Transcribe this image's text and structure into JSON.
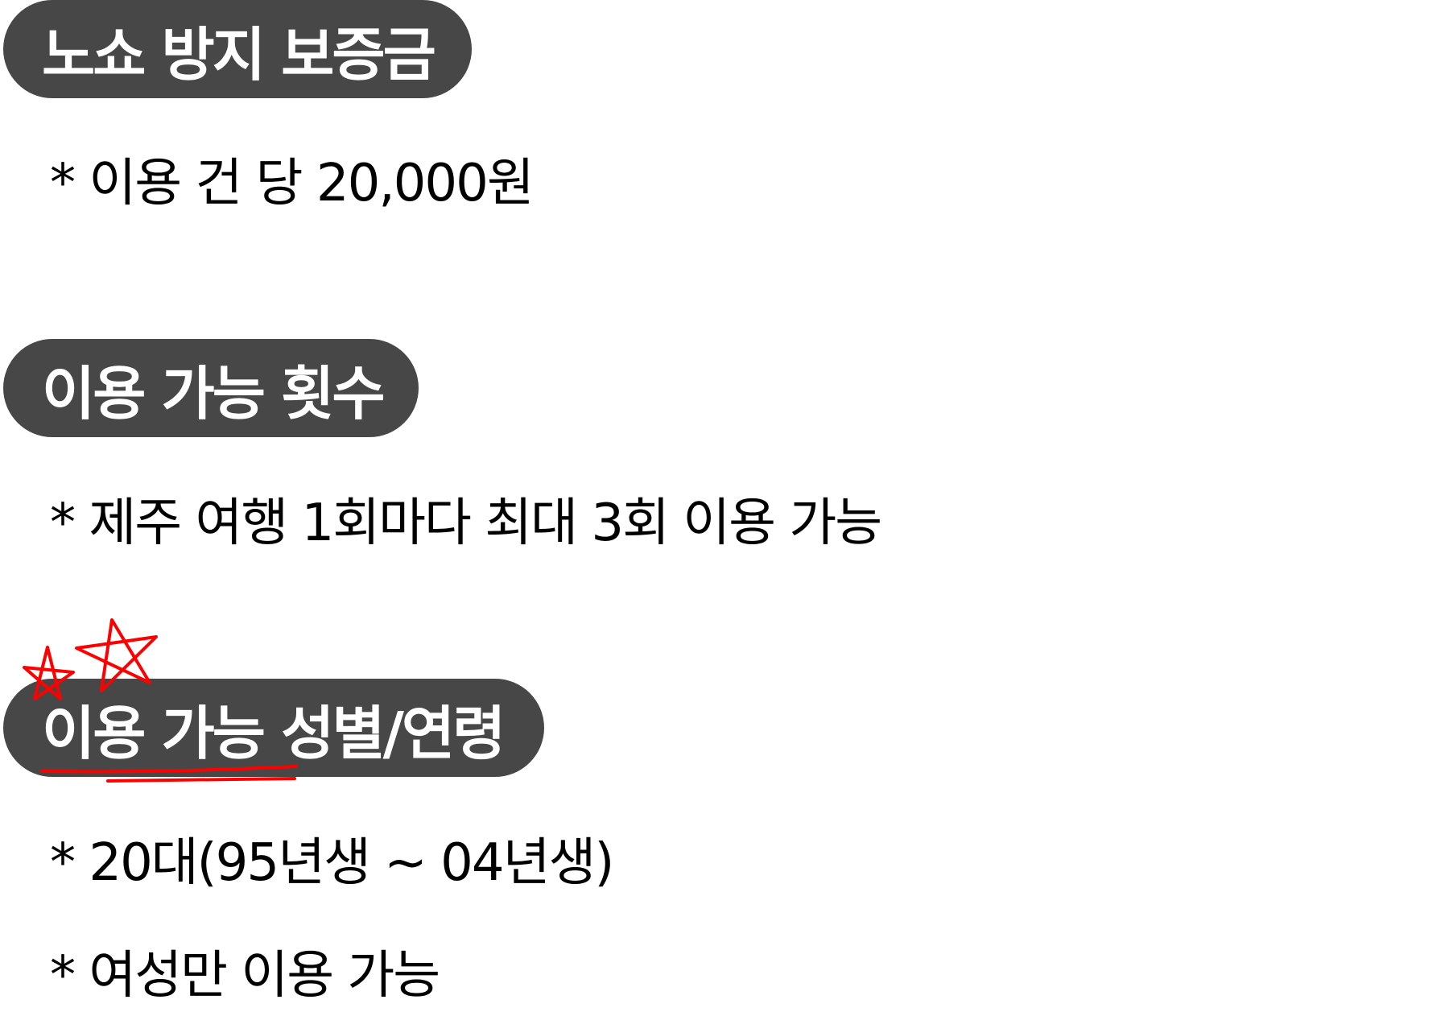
{
  "sections": [
    {
      "heading": "노쇼 방지 보증금",
      "items": [
        "* 이용 건 당 20,000원"
      ]
    },
    {
      "heading": "이용 가능 횟수",
      "items": [
        "* 제주 여행 1회마다 최대 3회 이용 가능"
      ]
    },
    {
      "heading": "이용 가능 성별/연령",
      "items": [
        "* 20대(95년생 ~ 04년생)",
        "* 여성만 이용 가능"
      ]
    }
  ],
  "colors": {
    "pill_background": "#474747",
    "pill_text": "#ffffff",
    "body_text": "#000000",
    "annotation": "#ff0000"
  },
  "annotation_icons": [
    "star-icon",
    "star-icon",
    "underline-mark"
  ]
}
